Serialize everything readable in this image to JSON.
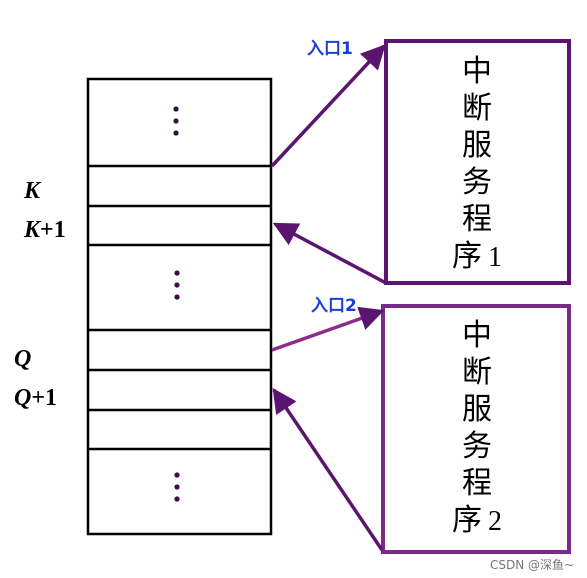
{
  "labels": {
    "k": "K",
    "k1_var": "K",
    "k1_suffix": "+1",
    "q": "Q",
    "q1_var": "Q",
    "q1_suffix": "+1"
  },
  "entries": {
    "entry1": "入口1",
    "entry2": "入口2"
  },
  "isr_boxes": [
    {
      "chars": [
        "中",
        "断",
        "服",
        "务",
        "程",
        "序"
      ],
      "num": "1"
    },
    {
      "chars": [
        "中",
        "断",
        "服",
        "务",
        "程",
        "序"
      ],
      "num": "2"
    }
  ],
  "watermark": "CSDN @深鱼~",
  "colors": {
    "arrow": "#5b1570",
    "box1_border": "#5b1570",
    "box2_border": "#7a2b8a",
    "entry_text": "#1a3ed6"
  }
}
